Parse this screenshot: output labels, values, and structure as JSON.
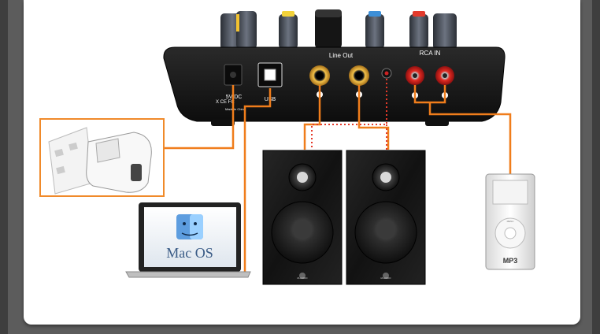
{
  "device": {
    "line_out_label": "Line Out",
    "rca_in_label": "RCA IN",
    "dc_label": "5V DC",
    "usb_label": "USB",
    "cert_label": "X CE FC",
    "model_label": "Made in China"
  },
  "laptop": {
    "os_label": "Mac OS"
  },
  "mp3_player": {
    "label": "MP3",
    "menu_label": "MENU"
  },
  "speakers": {
    "brand_label": "M-AUDIO"
  },
  "colors": {
    "cable": "#f07d1b",
    "dotted_cable": "#e53a2a",
    "accent_border": "#f08a2a",
    "background": "#5c5c5c"
  }
}
